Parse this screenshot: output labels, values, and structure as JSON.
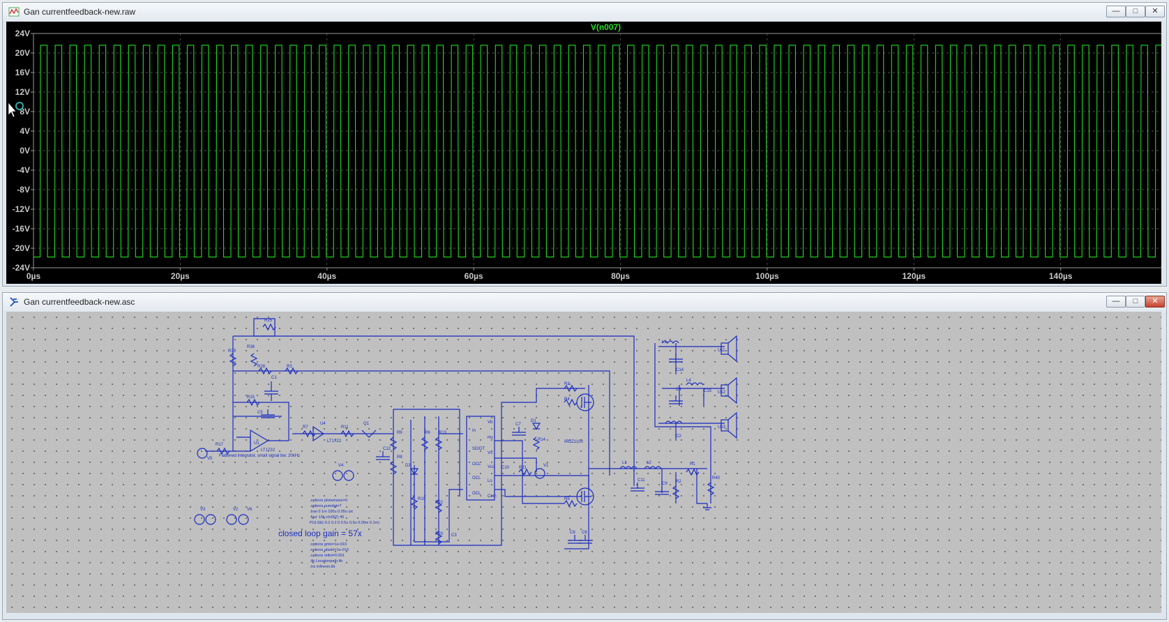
{
  "waveform_window": {
    "title": "Gan currentfeedback-new.raw",
    "buttons": {
      "minimize": "—",
      "maximize": "□",
      "close": "✕"
    }
  },
  "schematic_window": {
    "title": "Gan currentfeedback-new.asc",
    "buttons": {
      "minimize": "—",
      "maximize": "□",
      "close": "✕"
    },
    "gain_note": "closed loop gain = 57x",
    "source_note": "Flattened integrator, small signal bw: 20kHz",
    "pulse_text": "PULSE(-0.2 0.2 0 0.5u 0.5u 0.05m 0.1m)",
    "directives_top": [
      ".options plotwinsize=0",
      ".options numdgt=7",
      ".tran 0 1m 100u 0.05u uic",
      ".four 10k v(n007) 40"
    ],
    "directives_bottom": [
      ".options gmin=1e-010",
      ".options abstol=1e-010",
      ".options reltol=0.001",
      ".lib Locationpath.lib",
      ".inc infineon.lib"
    ],
    "component_labels": [
      "R25",
      "R36",
      "R37",
      "R28",
      "R3",
      "C1",
      "R15",
      "C5",
      "R17",
      "U1",
      "V5",
      "R7",
      "U4",
      "R11",
      "R12",
      "R9",
      "R13",
      "R6",
      "R8",
      "C12",
      "D2",
      "R10",
      "R22",
      "R20",
      "C3",
      "C7",
      "D1",
      "R14",
      "C10",
      "L1",
      "R21",
      "R4",
      "R5",
      "U2",
      "C8",
      "C6",
      "C4",
      "C2",
      "R1",
      "R40",
      "C9",
      "C11",
      "L4",
      "L2",
      "C14",
      "C15",
      "U11",
      "U12",
      "U13",
      "V1",
      "V2",
      "V3",
      "V4",
      "V6"
    ]
  },
  "chart_data": {
    "type": "line",
    "title": "V(n007)",
    "xlabel": "",
    "ylabel": "",
    "x_unit": "µs",
    "y_unit": "V",
    "xlim": [
      0,
      156
    ],
    "ylim": [
      -24,
      24
    ],
    "x_ticks": [
      "0µs",
      "20µs",
      "40µs",
      "60µs",
      "80µs",
      "100µs",
      "120µs",
      "140µs"
    ],
    "y_ticks": [
      "24V",
      "20V",
      "16V",
      "12V",
      "8V",
      "4V",
      "0V",
      "-4V",
      "-8V",
      "-12V",
      "-16V",
      "-20V",
      "-24V"
    ],
    "grid": true,
    "series": [
      {
        "name": "V(n007)",
        "color": "#22dd22",
        "waveform": "square",
        "high": 21.6,
        "low": -21.8,
        "period_us": 2.0,
        "high_duration_us": 0.95,
        "cycles_shown": 78
      }
    ]
  }
}
